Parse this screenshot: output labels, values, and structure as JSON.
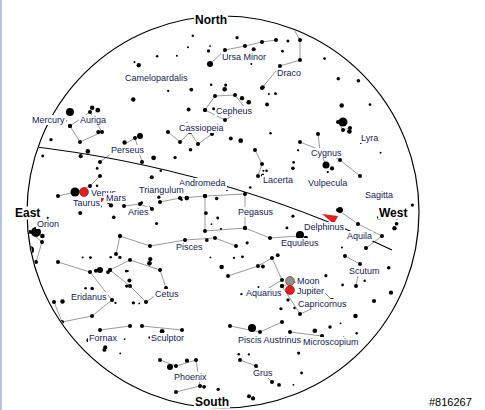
{
  "diagram": {
    "labels": [
      "North",
      "Ursa Minor",
      "Draco",
      "Camelopardalis",
      "Cepheus",
      "Lyra",
      "Mercury",
      "Auriga",
      "Cassiopeia",
      "Cygnus",
      "Perseus",
      "Lacerta",
      "Vulpecula",
      "Sagitta",
      "Andromeda",
      "Triangulum",
      "Venus",
      "Mars",
      "Taurus",
      "Aries",
      "East",
      "Orion",
      "Pegasus",
      "Delphinus",
      "West",
      "Aquila",
      "Equuleus",
      "Pisces",
      "Scutum",
      "Moon",
      "Jupiter",
      "Aquarius",
      "Capricornus",
      "Eridanus",
      "Cetus",
      "Fornax",
      "Sculptor",
      "Piscis Austrinus",
      "Microscopium",
      "Phoenix",
      "Grus",
      "South",
      "#816267"
    ]
  }
}
